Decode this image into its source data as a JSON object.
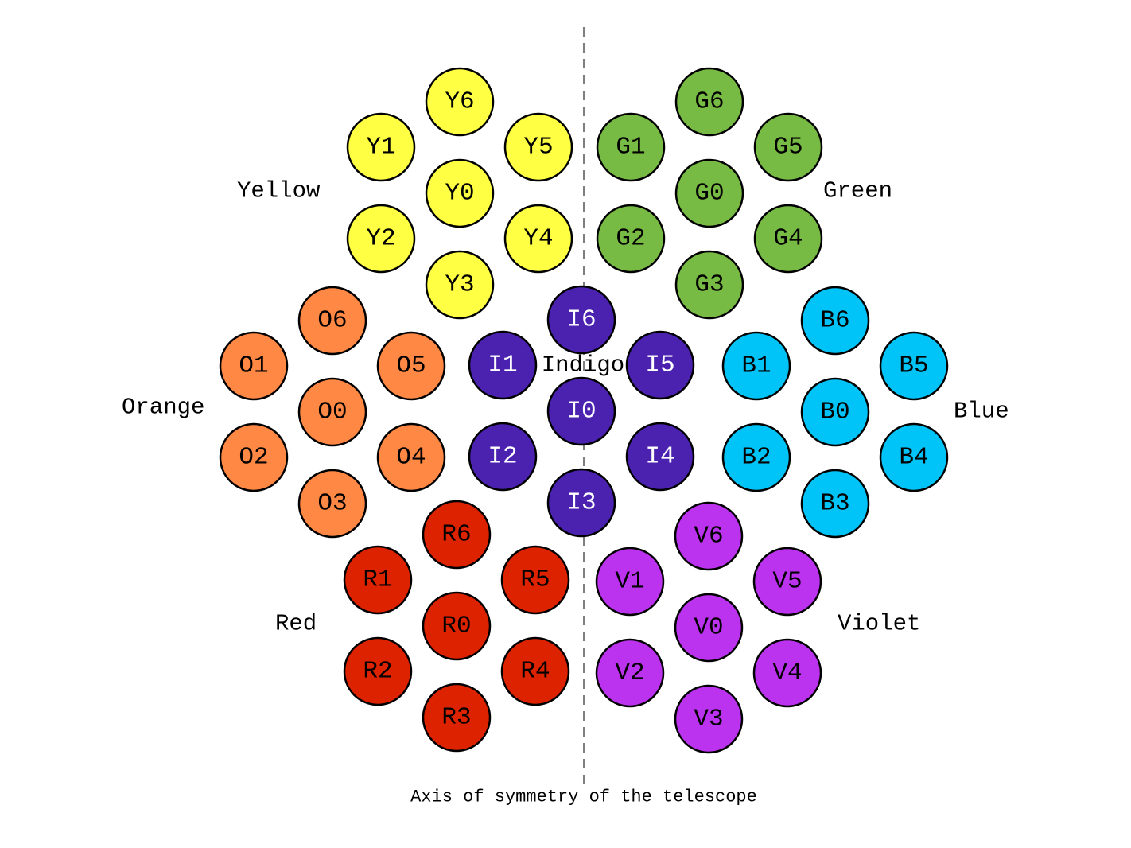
{
  "axis": {
    "caption": "Axis of symmetry of the telescope"
  },
  "groups": [
    {
      "id": "yellow",
      "label": "Yellow",
      "fill": "#ffff44",
      "text_color": "#000000",
      "mirrors": [
        "Y0",
        "Y1",
        "Y2",
        "Y3",
        "Y4",
        "Y5",
        "Y6"
      ]
    },
    {
      "id": "green",
      "label": "Green",
      "fill": "#77bb44",
      "text_color": "#000000",
      "mirrors": [
        "G0",
        "G1",
        "G2",
        "G3",
        "G4",
        "G5",
        "G6"
      ]
    },
    {
      "id": "orange",
      "label": "Orange",
      "fill": "#ff8844",
      "text_color": "#000000",
      "mirrors": [
        "O0",
        "O1",
        "O2",
        "O3",
        "O4",
        "O5",
        "O6"
      ]
    },
    {
      "id": "indigo",
      "label": "Indigo",
      "fill": "#4b22b0",
      "text_color": "#ffffff",
      "mirrors": [
        "I0",
        "I1",
        "I2",
        "I3",
        "I4",
        "I5",
        "I6"
      ]
    },
    {
      "id": "blue",
      "label": "Blue",
      "fill": "#00c4f8",
      "text_color": "#000000",
      "mirrors": [
        "B0",
        "B1",
        "B2",
        "B3",
        "B4",
        "B5",
        "B6"
      ]
    },
    {
      "id": "red",
      "label": "Red",
      "fill": "#dd2200",
      "text_color": "#000000",
      "mirrors": [
        "R0",
        "R1",
        "R2",
        "R3",
        "R4",
        "R5",
        "R6"
      ]
    },
    {
      "id": "violet",
      "label": "Violet",
      "fill": "#bb33ee",
      "text_color": "#000000",
      "mirrors": [
        "V0",
        "V1",
        "V2",
        "V3",
        "V4",
        "V5",
        "V6"
      ]
    }
  ]
}
